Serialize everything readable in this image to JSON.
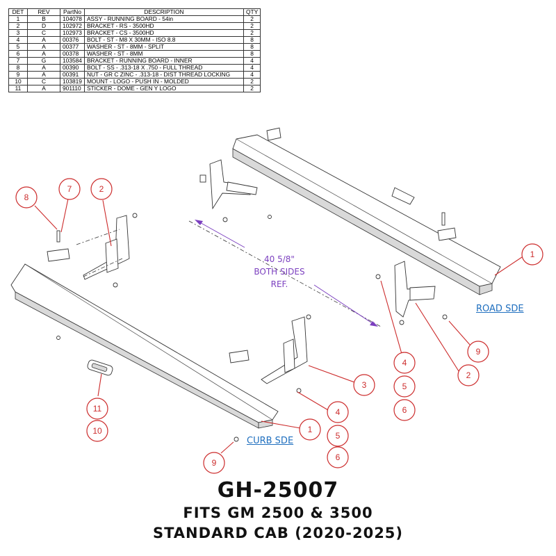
{
  "bom": {
    "headers": [
      "DET",
      "REV",
      "PartNo",
      "DESCRIPTION",
      "QTY"
    ],
    "rows": [
      [
        "1",
        "B",
        "104078",
        "ASSY - RUNNING BOARD - 54in",
        "2"
      ],
      [
        "2",
        "D",
        "102972",
        "BRACKET - RS - 3500HD",
        "2"
      ],
      [
        "3",
        "C",
        "102973",
        "BRACKET - CS - 3500HD",
        "2"
      ],
      [
        "4",
        "A",
        "00376",
        "BOLT - ST - M8 X 30MM - ISO 8.8",
        "8"
      ],
      [
        "5",
        "A",
        "00377",
        "WASHER - ST - 8MM - SPLIT",
        "8"
      ],
      [
        "6",
        "A",
        "00378",
        "WASHER - ST - 8MM",
        "8"
      ],
      [
        "7",
        "G",
        "103584",
        "BRACKET - RUNNING BOARD - INNER",
        "4"
      ],
      [
        "8",
        "A",
        "00390",
        "BOLT - SS - .313-18 X .750 - FULL THREAD",
        "4"
      ],
      [
        "9",
        "A",
        "00391",
        "NUT - GR C ZINC - .313-18 - DIST THREAD LOCKING",
        "4"
      ],
      [
        "10",
        "C",
        "103819",
        "MOUNT  - LOGO - PUSH IN - MOLDED",
        "2"
      ],
      [
        "11",
        "A",
        "901110",
        "STICKER - DOME - GEN Y LOGO",
        "2"
      ]
    ]
  },
  "dimension": {
    "line1": "40 5/8\"",
    "line2": "BOTH SIDES",
    "line3": "REF."
  },
  "labels": {
    "road_side": "ROAD SDE",
    "curb_side": "CURB SDE"
  },
  "balloons": [
    {
      "id": "b8",
      "label": "8"
    },
    {
      "id": "b7",
      "label": "7"
    },
    {
      "id": "b2-left",
      "label": "2"
    },
    {
      "id": "b1-road",
      "label": "1"
    },
    {
      "id": "b9-road",
      "label": "9"
    },
    {
      "id": "b2-road",
      "label": "2"
    },
    {
      "id": "b4-road",
      "label": "4"
    },
    {
      "id": "b5-road",
      "label": "5"
    },
    {
      "id": "b6-road",
      "label": "6"
    },
    {
      "id": "b3",
      "label": "3"
    },
    {
      "id": "b4-curb",
      "label": "4"
    },
    {
      "id": "b5-curb",
      "label": "5"
    },
    {
      "id": "b6-curb",
      "label": "6"
    },
    {
      "id": "b1-curb",
      "label": "1"
    },
    {
      "id": "b11",
      "label": "11"
    },
    {
      "id": "b10",
      "label": "10"
    },
    {
      "id": "b9-curb",
      "label": "9"
    }
  ],
  "title": {
    "model": "GH-25007",
    "fits": "FITS GM 2500 & 3500",
    "cab": "STANDARD CAB (2020-2025)"
  },
  "colors": {
    "balloon": "#cc2b2b",
    "dimension": "#7b3fbf",
    "side_label": "#1f6fbf"
  }
}
